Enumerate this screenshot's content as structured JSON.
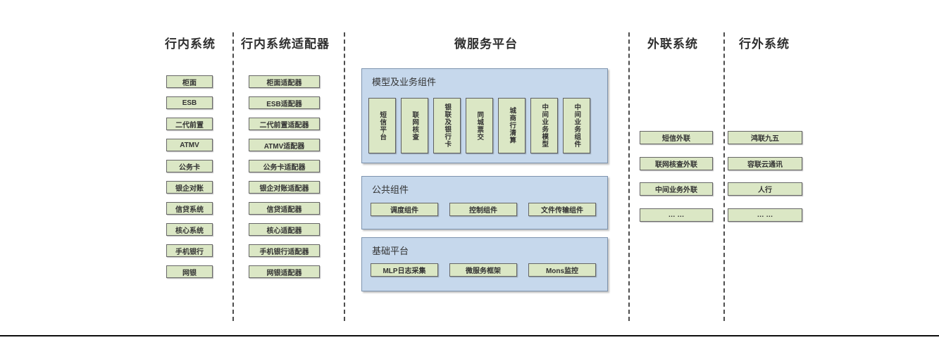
{
  "diagram": {
    "internal": {
      "title": "行内系统",
      "items": [
        "柜面",
        "ESB",
        "二代前置",
        "ATMV",
        "公务卡",
        "银企对账",
        "信贷系统",
        "核心系统",
        "手机银行",
        "网银"
      ]
    },
    "adapters": {
      "title": "行内系统适配器",
      "items": [
        "柜面适配器",
        "ESB适配器",
        "二代前置适配器",
        "ATMV适配器",
        "公务卡适配器",
        "银企对账适配器",
        "信贷适配器",
        "核心适配器",
        "手机银行适配器",
        "网银适配器"
      ]
    },
    "platform": {
      "title": "微服务平台",
      "model_section": {
        "label": "模型及业务组件",
        "items": [
          "短信平台",
          "联网核查",
          "银联及银行卡",
          "同城票交",
          "城商行清算",
          "中间业务模型",
          "中间业务组件"
        ]
      },
      "common_section": {
        "label": "公共组件",
        "items": [
          "调度组件",
          "控制组件",
          "文件传输组件"
        ]
      },
      "base_section": {
        "label": "基础平台",
        "items": [
          "MLP日志采集",
          "微服务框架",
          "Mons监控"
        ]
      }
    },
    "outbound": {
      "title": "外联系统",
      "items": [
        "短信外联",
        "联网核查外联",
        "中间业务外联",
        "… …"
      ]
    },
    "external": {
      "title": "行外系统",
      "items": [
        "鸿联九五",
        "容联云通讯",
        "人行",
        "… …"
      ]
    },
    "colors": {
      "green_fill": "#dbe7c5",
      "green_border": "#666666",
      "blue_fill": "#c6d8ec",
      "blue_border": "#7e94af",
      "dash_color": "#4d4d4d",
      "text_color": "#333333",
      "rule_color": "#0d0d0d"
    }
  }
}
